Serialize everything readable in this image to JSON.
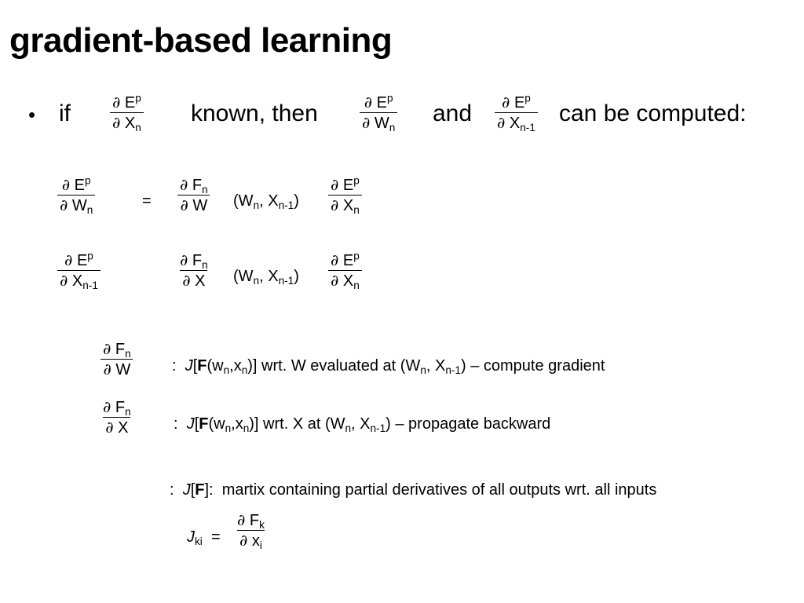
{
  "slide": {
    "title": "gradient-based learning",
    "bullet_char": "•",
    "if_text": "if",
    "known_then": "known, then",
    "and_text": "and",
    "can_be_computed": "can be computed:"
  },
  "symbols": {
    "partial": "∂",
    "E": "E",
    "p": "p",
    "X": "X",
    "W": "W",
    "F": "F",
    "n": "n",
    "n_minus_1": "n-1",
    "x": "x",
    "k": "k",
    "i": "i"
  },
  "equations": {
    "equals": "=",
    "args_open": "(W",
    "args_mid": ", X",
    "args_close": ")"
  },
  "jacobian_w": {
    "colon": ":",
    "J": "J",
    "bracket_open": "[",
    "F": "F",
    "args_text_1": "(w",
    "args_text_2": ",x",
    "args_text_3": ")]",
    "rest_1": " wrt. W evaluated at (W",
    "rest_2": ", X",
    "rest_3": ") – compute gradient"
  },
  "jacobian_x": {
    "colon": ":",
    "J": "J",
    "bracket_open": "[",
    "F": "F",
    "args_text_1": "(w",
    "args_text_2": ",x",
    "args_text_3": ")]",
    "rest_1": " wrt. X at (W",
    "rest_2": ", X",
    "rest_3": ") – propagate backward"
  },
  "definition": {
    "colon": ":",
    "J": "J",
    "bracket_open": "[",
    "F": "F",
    "bracket_close": "]:",
    "text": "martix containing partial derivatives of all outputs wrt. all inputs"
  },
  "jki": {
    "J": "J",
    "sub": "ki",
    "equals": "="
  }
}
